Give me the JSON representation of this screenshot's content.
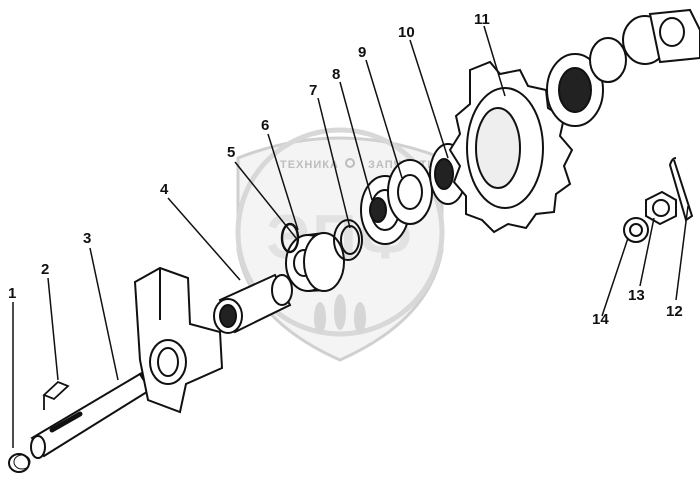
{
  "diagram": {
    "part_numbers": [
      "1",
      "2",
      "3",
      "4",
      "5",
      "6",
      "7",
      "8",
      "9",
      "10",
      "11",
      "12",
      "13",
      "14"
    ]
  },
  "watermark": {
    "left_text": "ТЕХНИКА",
    "right_text": "ЗАПЧАСТИ",
    "logo_letters": "ЭПФ"
  }
}
